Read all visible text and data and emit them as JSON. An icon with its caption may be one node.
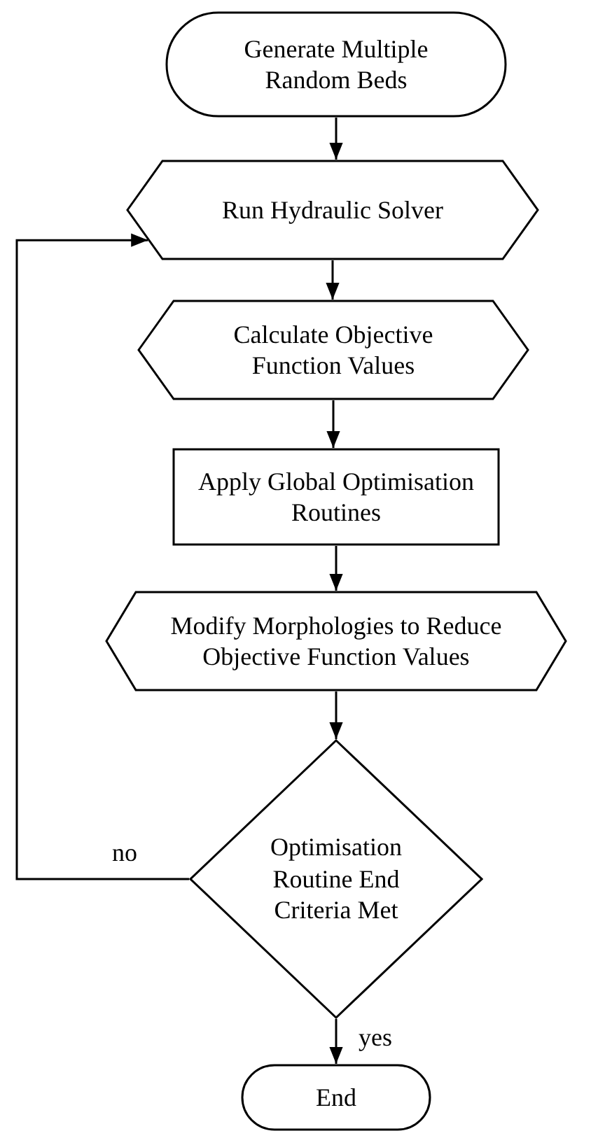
{
  "diagram": {
    "nodes": [
      {
        "text": [
          "Generate Multiple Random Beds"
        ]
      },
      {
        "text": [
          "Run Hydraulic Solver"
        ]
      },
      {
        "text": [
          "Calculate Objective Function Values"
        ]
      },
      {
        "text": [
          "Apply Global Optimisation Routines"
        ]
      },
      {
        "text": [
          "Modify Morphologies to Reduce Objective Function Values"
        ]
      },
      {
        "text": [
          "Optimisation Routine End Criteria Met"
        ]
      },
      {
        "text": [
          "End"
        ]
      }
    ],
    "edges": [
      {
        "from": 0,
        "to": 1,
        "arrow": "to"
      },
      {
        "from": 1,
        "to": 2,
        "arrow": "to"
      },
      {
        "from": 2,
        "to": 3,
        "arrow": "to"
      },
      {
        "from": 3,
        "to": 4,
        "arrow": "to"
      },
      {
        "from": 4,
        "to": 5,
        "arrow": "to"
      },
      {
        "from": 5,
        "to": 1,
        "arrow": "to",
        "label": "no"
      },
      {
        "from": 5,
        "to": 6,
        "arrow": "to",
        "label": "yes"
      }
    ]
  }
}
